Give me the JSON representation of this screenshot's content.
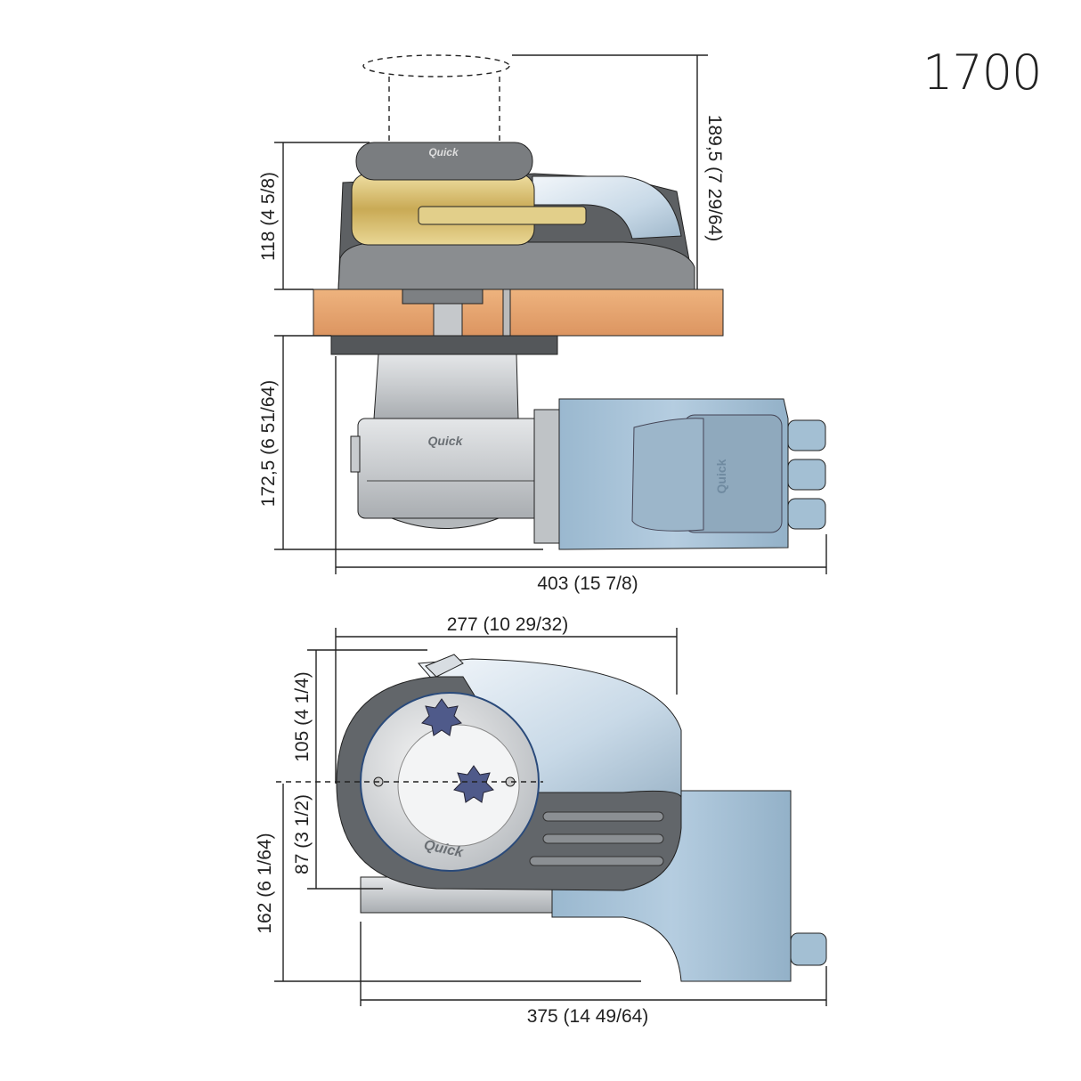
{
  "model_number": "1700",
  "brand_logo": "Quick",
  "side_view": {
    "dim_total_height": "189,5 (7 29/64)",
    "dim_above_deck": "118 (4 5/8)",
    "dim_below_deck": "172,5 (6 51/64)",
    "dim_length": "403 (15 7/8)"
  },
  "top_view": {
    "dim_width_top": "277 (10 29/32)",
    "dim_front": "105 (4 1/4)",
    "dim_rear": "87 (3 1/2)",
    "dim_depth_total": "162 (6 1/64)",
    "dim_length_total": "375 (14 49/64)"
  },
  "colors": {
    "motor": "#a7c3d8",
    "deck": "#e7a36c",
    "housing": "#6f7275",
    "gypsy": "#d9c27a",
    "chrome": "#d7e4ee"
  }
}
